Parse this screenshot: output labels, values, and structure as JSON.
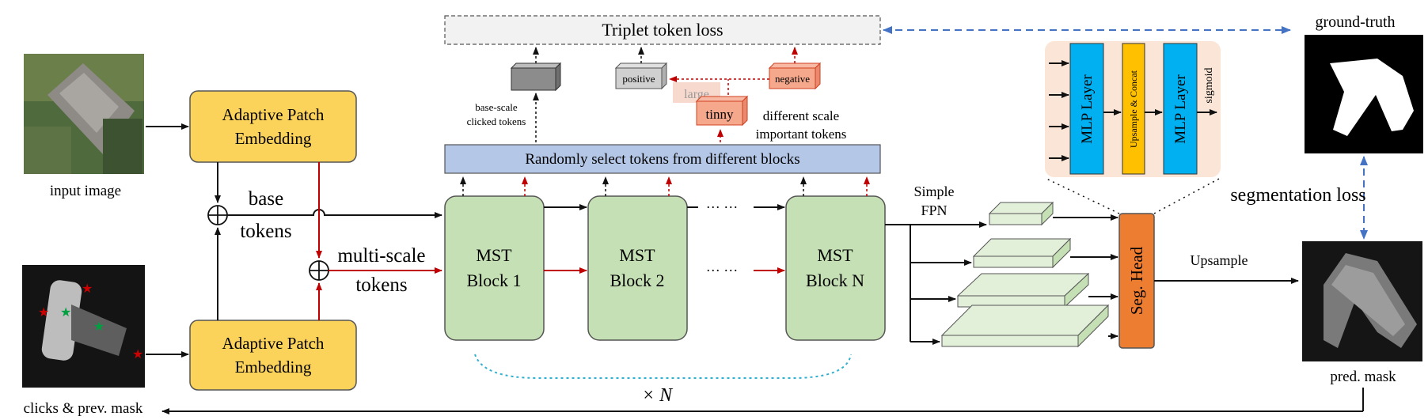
{
  "left": {
    "input_image_label": "input image",
    "clicks_label": "clicks & prev. mask"
  },
  "embedding": {
    "line1": "Adaptive Patch",
    "line2": "Embedding"
  },
  "tokens": {
    "base1": "base",
    "base2": "tokens",
    "ms1": "multi-scale",
    "ms2": "tokens"
  },
  "triplet": {
    "label": "Triplet token loss",
    "base_scale1": "base-scale",
    "base_scale2": "clicked tokens",
    "positive": "positive",
    "negative": "negative",
    "large": "large",
    "tinny": "tinny",
    "diff_scale1": "different scale",
    "diff_scale2": "important tokens"
  },
  "select": {
    "label": "Randomly select tokens from different blocks"
  },
  "mst": {
    "b1_line1": "MST",
    "b1_line2": "Block 1",
    "b2_line1": "MST",
    "b2_line2": "Block 2",
    "bn_line1": "MST",
    "bn_line2": "Block N",
    "dots": "··· ···",
    "repeat": "× N"
  },
  "fpn": {
    "line1": "Simple",
    "line2": "FPN"
  },
  "seghead": {
    "label": "Seg. Head",
    "upsample": "Upsample"
  },
  "mlp": {
    "layer": "MLP Layer",
    "upsample_concat": "Upsample & Concat",
    "sigmoid": "sigmoid"
  },
  "right": {
    "gt_label": "ground-truth",
    "seg_loss": "segmentation loss",
    "pred_label": "pred. mask"
  },
  "colors": {
    "embedding": "#fcd35a",
    "mst_block": "#c5e0b4",
    "select_bar": "#b4c7e7",
    "seg_head": "#ed7d31",
    "mlp_layer": "#00b0f0",
    "upsample_concat": "#ffc000",
    "mlp_panel": "#fbe5d6",
    "loss_arrow": "#4472c4",
    "multiscale_path": "#c00000"
  }
}
